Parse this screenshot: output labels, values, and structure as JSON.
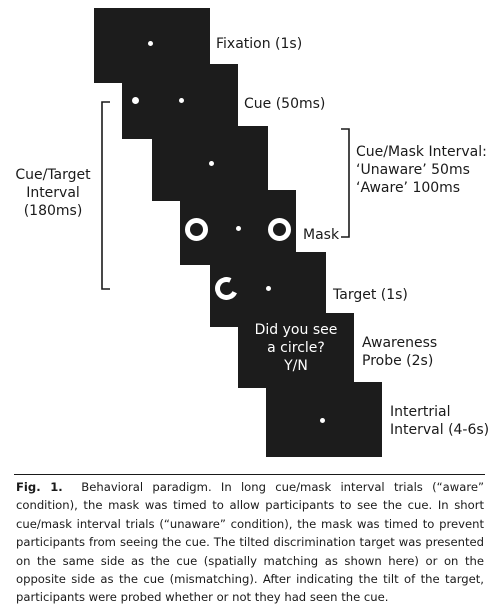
{
  "panels": [
    {
      "label": "Fixation (1s)"
    },
    {
      "label": "Cue (50ms)"
    },
    {
      "label": ""
    },
    {
      "label": "Mask"
    },
    {
      "label": "Target (1s)"
    },
    {
      "label": "Awareness\nProbe (2s)",
      "screen_text": "Did you see\na circle?\nY/N"
    },
    {
      "label": "Intertrial\nInterval (4-6s)"
    }
  ],
  "bracket_left_label": "Cue/Target\nInterval\n(180ms)",
  "bracket_right_label": "Cue/Mask Interval:\n‘Unaware’ 50ms\n‘Aware’ 100ms",
  "caption": {
    "fig_label": "Fig. 1.",
    "text": "Behavioral paradigm. In long cue/mask interval trials (“aware” condition), the mask was timed to allow participants to see the cue. In short cue/mask interval trials (“unaware” condition), the mask was timed to prevent participants from seeing the cue. The tilted discrimination target was presented on the same side as the cue (spatially matching as shown here) or on the opposite side as the cue (mismatching). After indicating the tilt of the target, participants were probed whether or not they had seen the cue."
  },
  "colors": {
    "screen": "#1c1c1c",
    "stimulus": "#ffffff",
    "text": "#1a1a1a"
  }
}
